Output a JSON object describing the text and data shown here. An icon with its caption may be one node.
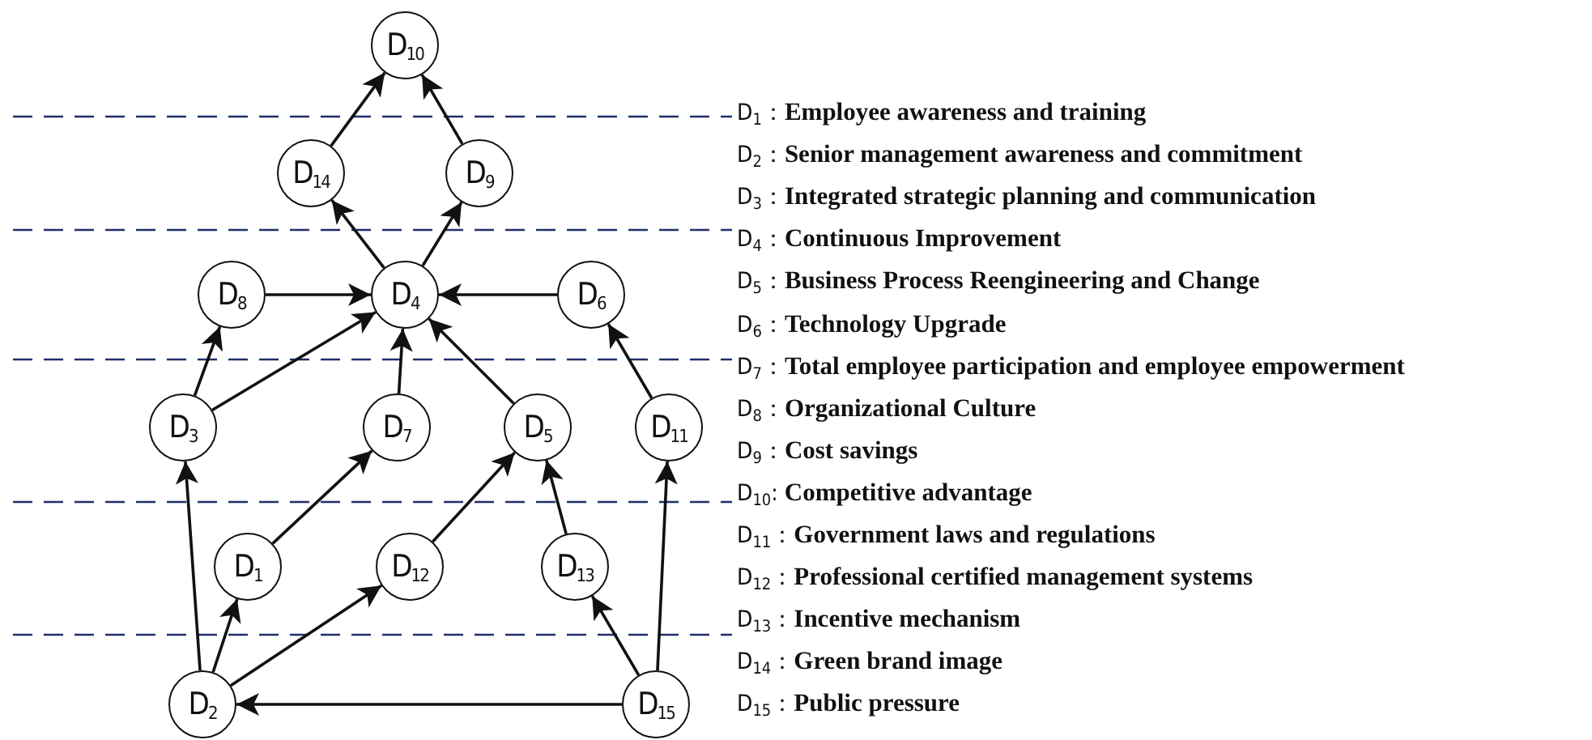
{
  "diagram": {
    "nodes": [
      {
        "text": [
          "D$_{10}$"
        ]
      },
      {
        "text": [
          "D$_{14}$"
        ]
      },
      {
        "text": [
          "D$_{9}$"
        ]
      },
      {
        "text": [
          "D$_{8}$"
        ]
      },
      {
        "text": [
          "D$_{4}$"
        ]
      },
      {
        "text": [
          "D$_{6}$"
        ]
      },
      {
        "text": [
          "D$_{3}$"
        ]
      },
      {
        "text": [
          "D$_{7}$"
        ]
      },
      {
        "text": [
          "D$_{5}$"
        ]
      },
      {
        "text": [
          "D$_{11}$"
        ]
      },
      {
        "text": [
          "D$_{1}$"
        ]
      },
      {
        "text": [
          "D$_{12}$"
        ]
      },
      {
        "text": [
          "D$_{13}$"
        ]
      },
      {
        "text": [
          "D$_{2}$"
        ]
      },
      {
        "text": [
          "D$_{15}$"
        ]
      }
    ],
    "edges": [
      {
        "from": 1,
        "to": 0,
        "arrow": "to"
      },
      {
        "from": 2,
        "to": 0,
        "arrow": "to"
      },
      {
        "from": 4,
        "to": 1,
        "arrow": "to"
      },
      {
        "from": 4,
        "to": 2,
        "arrow": "to"
      },
      {
        "from": 3,
        "to": 4,
        "arrow": "to"
      },
      {
        "from": 5,
        "to": 4,
        "arrow": "to"
      },
      {
        "from": 6,
        "to": 3,
        "arrow": "to"
      },
      {
        "from": 6,
        "to": 4,
        "arrow": "to"
      },
      {
        "from": 7,
        "to": 4,
        "arrow": "to"
      },
      {
        "from": 8,
        "to": 4,
        "arrow": "to"
      },
      {
        "from": 9,
        "to": 5,
        "arrow": "to"
      },
      {
        "from": 13,
        "to": 6,
        "arrow": "to"
      },
      {
        "from": 13,
        "to": 10,
        "arrow": "to"
      },
      {
        "from": 13,
        "to": 11,
        "arrow": "to"
      },
      {
        "from": 10,
        "to": 7,
        "arrow": "to"
      },
      {
        "from": 11,
        "to": 8,
        "arrow": "to"
      },
      {
        "from": 12,
        "to": 8,
        "arrow": "to"
      },
      {
        "from": 14,
        "to": 12,
        "arrow": "to"
      },
      {
        "from": 14,
        "to": 9,
        "arrow": "to"
      },
      {
        "from": 14,
        "to": 13,
        "arrow": "to"
      }
    ],
    "labels": [
      "D$_{1}$：**Employee awareness and training**",
      "D$_{2}$：**Senior management awareness and commitment**",
      "D$_{3}$：**Integrated strategic planning and communication**",
      "D$_{4}$：**Continuous Improvement**",
      "D$_{5}$：**Business Process Reengineering and Change**",
      "D$_{6}$：**Technology Upgrade**",
      "D$_{7}$：**Total employee participation and employee empowerment**",
      "D$_{8}$：**Organizational Culture**",
      "D$_{9}$：**Cost savings**",
      "D$_{10}$: **Competitive advantage**",
      "D$_{11}$：**Government laws and regulations**",
      "D$_{12}$：**Professional certified management systems**",
      "D$_{13}$：**Incentive mechanism**",
      "D$_{14}$：**Green brand image**",
      "D$_{15}$：**Public pressure**"
    ]
  }
}
